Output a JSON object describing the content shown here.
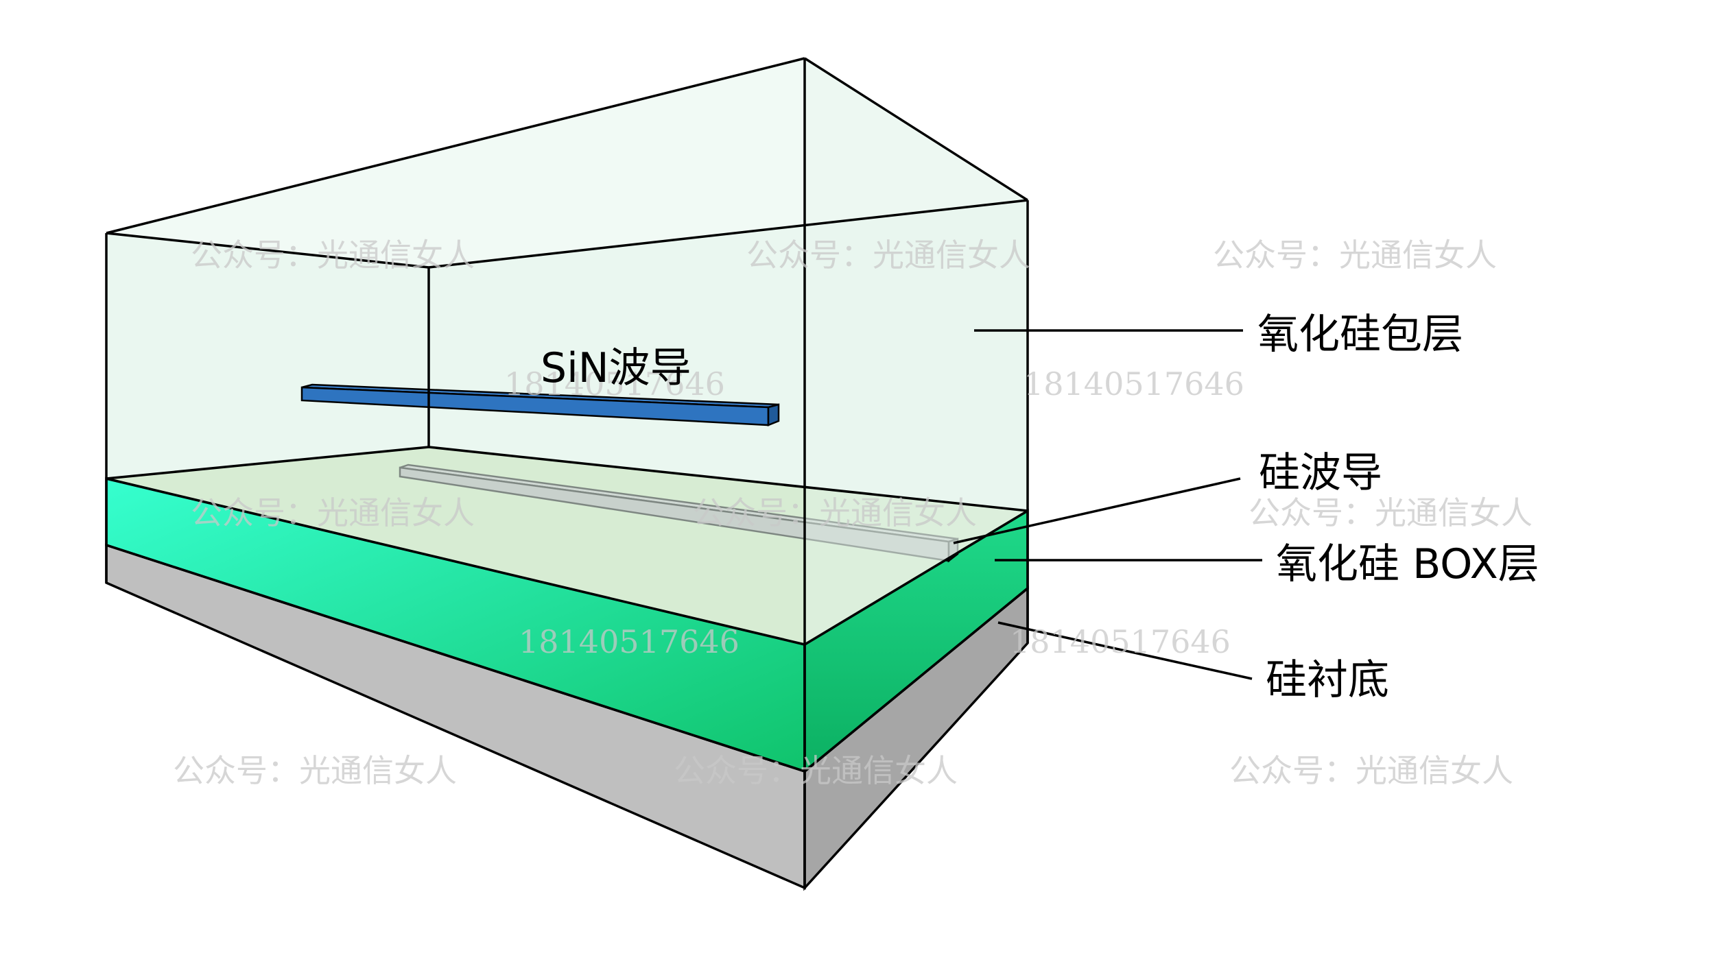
{
  "labels": {
    "cladding": "氧化硅包层",
    "sin_waveguide": "SiN波导",
    "si_waveguide": "硅波导",
    "box_layer": "氧化硅 BOX层",
    "substrate": "硅衬底"
  },
  "watermarks": {
    "account": "公众号：光通信女人",
    "phone": "18140517646"
  },
  "colors": {
    "cladding_fill": "#e8f6ee",
    "box_top_fill": "#c6e0b4",
    "box_front_top": "#33ffcc",
    "box_front_bottom": "#0fbf6a",
    "substrate_front": "#bdbdbd",
    "substrate_side": "#a6a6a6",
    "sin_waveguide": "#2e74c0",
    "si_waveguide": "#a5a5a5"
  }
}
